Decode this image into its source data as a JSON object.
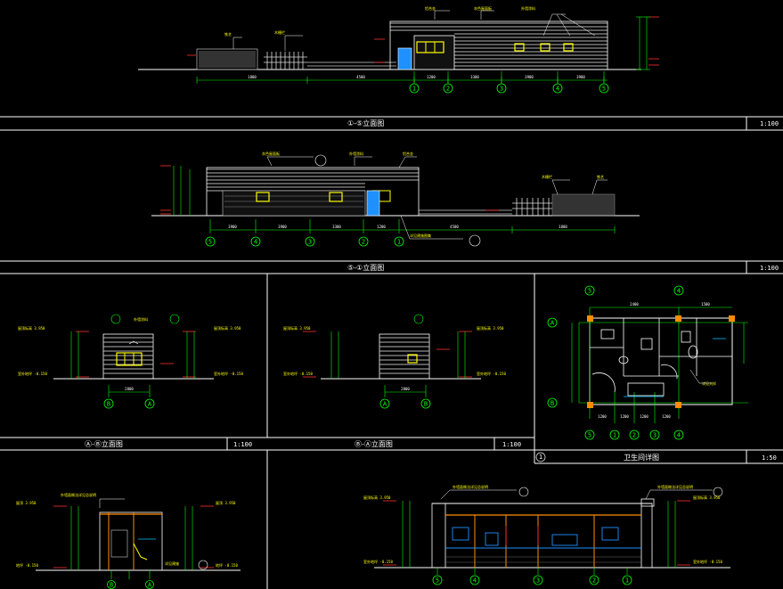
{
  "drawing": {
    "background": "#000000",
    "colors": {
      "grid_circle": "#00ff00",
      "dimension": "#00ff00",
      "roof": "#b4b4b4",
      "window": "#ffff00",
      "door": "#1e90ff",
      "column": "#ff8c00",
      "level_mark": "#ff3030",
      "frame": "#ffffff"
    },
    "panels": [
      {
        "id": "p1",
        "title": "①-⑤立面图",
        "scale": "1:100"
      },
      {
        "id": "p2",
        "title": "⑤-①立面图",
        "scale": "1:100"
      },
      {
        "id": "p3",
        "title": "Ⓐ-Ⓑ立面图",
        "scale": "1:100"
      },
      {
        "id": "p4",
        "title": "Ⓑ-Ⓐ立面图",
        "scale": "1:100"
      },
      {
        "id": "p5",
        "title": "卫生间详图",
        "scale": "1:50",
        "number": "1"
      }
    ],
    "grid_labels": {
      "p1": [
        "1",
        "2",
        "3",
        "4",
        "5"
      ],
      "p2": [
        "5",
        "4",
        "3",
        "2",
        "1"
      ],
      "p3": [
        "B",
        "A"
      ],
      "p4": [
        "A",
        "B"
      ],
      "p5_top": [
        "5",
        "4"
      ],
      "p5_bottom": [
        "5",
        "1",
        "2",
        "3",
        "4"
      ],
      "p5_side": [
        "A",
        "B"
      ],
      "p6": [
        "B",
        "A"
      ],
      "p7": [
        "5",
        "4",
        "3",
        "2",
        "1"
      ]
    }
  }
}
